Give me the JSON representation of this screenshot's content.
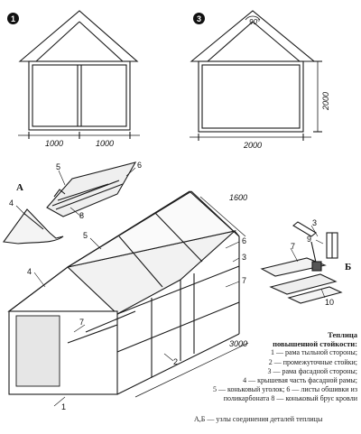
{
  "views": {
    "view1_badge": "1",
    "view3_badge": "3",
    "angle_label": "90°"
  },
  "dimensions": {
    "width_left": "1000",
    "width_right": "1000",
    "width_total": "2000",
    "height": "2000",
    "rafter_length": "1600",
    "length": "3000"
  },
  "details": {
    "detail_a": "А",
    "detail_b": "Б"
  },
  "callouts": {
    "c1": "1",
    "c2": "2",
    "c3a": "3",
    "c3b": "3",
    "c4a": "4",
    "c4b": "4",
    "c5a": "5",
    "c5b": "5",
    "c6a": "6",
    "c6b": "6",
    "c7a": "7",
    "c7b": "7",
    "c7c": "7",
    "c8": "8",
    "c9": "9",
    "c10": "10"
  },
  "legend": {
    "title_line1": "Теплица",
    "title_line2": "повышенной стойкости:",
    "line1": "1 — рама тыльной стороны;",
    "line2": "2 — промежуточные стойки;",
    "line3": "3 — рама фасадной стороны;",
    "line4": "4 — крышевая часть фасадной рамы;",
    "line5": "5 — коньковый уголок; 6 — листы обшивки из",
    "line6": "поликарбоната  8 — коньковый брус кровли"
  },
  "footer": "А,Б — узлы соединения деталей теплицы"
}
